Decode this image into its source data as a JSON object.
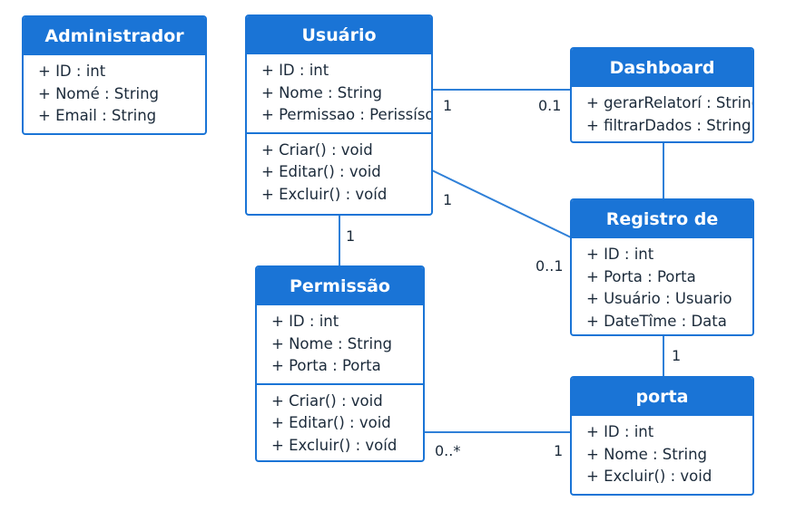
{
  "classes": {
    "administrador": {
      "title": "Administrador",
      "attributes": [
        "+ ID : int",
        "+ Nomé : String",
        "+ Email : String"
      ]
    },
    "usuario": {
      "title": "Usuário",
      "attributes": [
        "+ ID : int",
        "+ Nome : String",
        "+ Permissao : Perissíso"
      ],
      "methods": [
        "+ Criar() : void",
        "+ Editar() : void",
        "+ Excluir() : voíd"
      ]
    },
    "dashboard": {
      "title": "Dashboard",
      "attributes": [
        "+ gerarRelatorí : String",
        "+ filtrarDados : String"
      ]
    },
    "registro": {
      "title": "Registro de Acesso",
      "attributes": [
        "+ ID : int",
        "+ Porta : Porta",
        "+ Usuário : Usuario",
        "+ DateTîme : Data"
      ]
    },
    "permissao": {
      "title": "Permissão",
      "attributes": [
        "+ ID : int",
        "+ Nome : String",
        "+ Porta : Porta"
      ],
      "methods": [
        "+ Criar() : void",
        "+ Editar() : void",
        "+ Excluir() : voíd"
      ]
    },
    "porta": {
      "title": "porta",
      "attributes": [
        "+ ID : int",
        "+ Nome : String",
        "+ Excluir() : void"
      ]
    }
  },
  "multiplicities": {
    "usuario_dashboard_a": "1",
    "usuario_dashboard_b": "0.1",
    "usuario_registro_a": "1",
    "usuario_registro_b": "0..1",
    "usuario_permissao": "1",
    "registro_porta": "1",
    "permissao_porta_a": "0..*",
    "permissao_porta_b": "1"
  },
  "colors": {
    "accent": "#1a74d6",
    "line": "#2f80d8"
  }
}
